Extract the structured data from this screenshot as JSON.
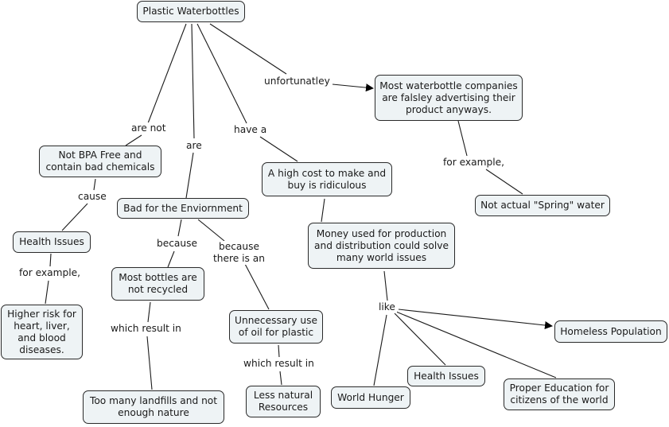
{
  "map": {
    "nodes": {
      "root": "Plastic Waterbottles",
      "false_ad": "Most waterbottle companies\nare falsley advertising their\nproduct anyways.",
      "spring": "Not actual \"Spring\" water",
      "bpa": "Not BPA Free and\ncontain bad chemicals",
      "health1": "Health Issues",
      "risk": "Higher risk for\nheart, liver,\nand blood\ndiseases.",
      "env": "Bad for the Enviornment",
      "recycled": "Most bottles are\nnot recycled",
      "landfills": "Too many landfills and not\nenough nature",
      "oil": "Unnecessary use\nof oil for plastic",
      "resources": "Less natural\nResources",
      "cost": "A high cost to make and\nbuy is ridiculous",
      "money": "Money used for production\nand distribution could solve\nmany world issues",
      "homeless": "Homeless Population",
      "health2": "Health Issues",
      "hunger": "World Hunger",
      "education": "Proper Education for\ncitizens of the world"
    },
    "links": {
      "unfortunately": "unfortunatley",
      "for_example_1": "for example,",
      "are_not": "are not",
      "cause": "cause",
      "for_example_2": "for example,",
      "are": "are",
      "because": "because",
      "because_there": "because\nthere is an",
      "which_result_1": "which result in",
      "which_result_2": "which result in",
      "have_a": "have a",
      "like": "like"
    }
  },
  "colors": {
    "node_fill": "#eef3f5",
    "node_border": "#2a2a2a",
    "line": "#1a1a1a"
  }
}
